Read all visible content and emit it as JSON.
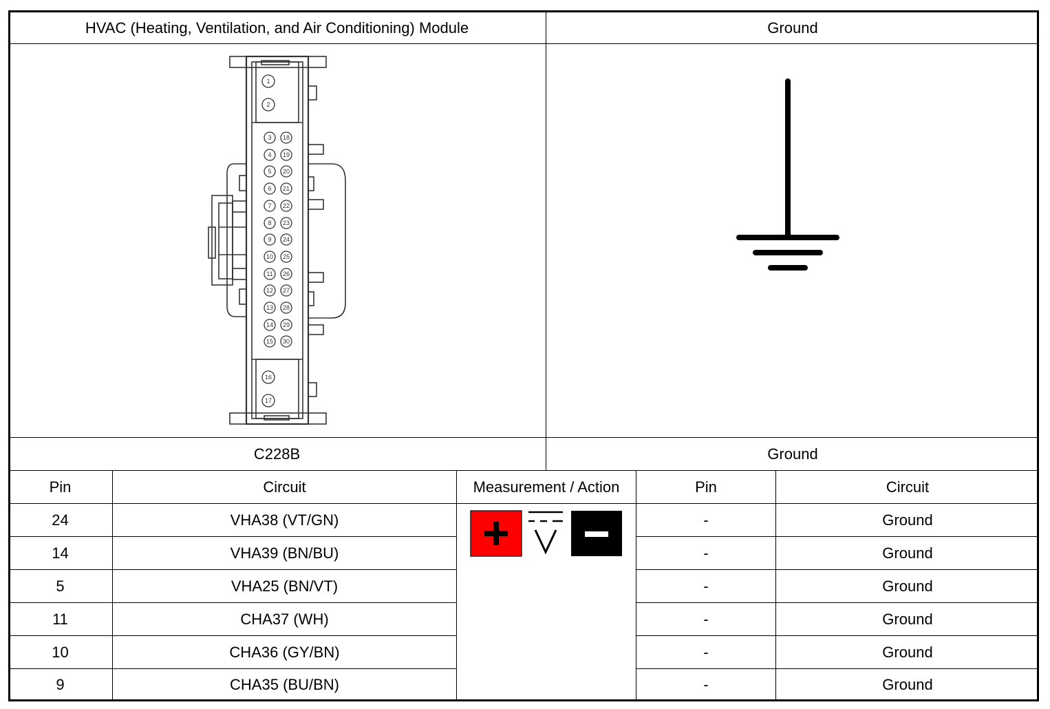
{
  "header": {
    "left_title": "HVAC (Heating, Ventilation, and Air Conditioning) Module",
    "right_title": "Ground"
  },
  "connector": {
    "name": "C228B",
    "pins_top": [
      "1",
      "2"
    ],
    "pins_left_column": [
      "3",
      "4",
      "5",
      "6",
      "7",
      "8",
      "9",
      "10",
      "11",
      "12",
      "13",
      "14",
      "15"
    ],
    "pins_right_column": [
      "18",
      "19",
      "20",
      "21",
      "22",
      "23",
      "24",
      "25",
      "26",
      "27",
      "28",
      "29",
      "30"
    ],
    "pins_bottom": [
      "16",
      "17"
    ]
  },
  "ground_label": "Ground",
  "table": {
    "headers": {
      "pin": "Pin",
      "circuit": "Circuit",
      "measurement": "Measurement / Action",
      "pin2": "Pin",
      "circuit2": "Circuit"
    },
    "rows": [
      {
        "pin": "24",
        "circuit": "VHA38 (VT/GN)",
        "pin2": "-",
        "circuit2": "Ground"
      },
      {
        "pin": "14",
        "circuit": "VHA39 (BN/BU)",
        "pin2": "-",
        "circuit2": "Ground"
      },
      {
        "pin": "5",
        "circuit": "VHA25 (BN/VT)",
        "pin2": "-",
        "circuit2": "Ground"
      },
      {
        "pin": "11",
        "circuit": "CHA37 (WH)",
        "pin2": "-",
        "circuit2": "Ground"
      },
      {
        "pin": "10",
        "circuit": "CHA36 (GY/BN)",
        "pin2": "-",
        "circuit2": "Ground"
      },
      {
        "pin": "9",
        "circuit": "CHA35 (BU/BN)",
        "pin2": "-",
        "circuit2": "Ground"
      }
    ]
  },
  "measurement_icons": {
    "positive_lead": "plus-icon",
    "voltmeter": "dc-voltage-icon",
    "negative_lead": "minus-icon",
    "positive_color": "#ff0000",
    "negative_color": "#000000"
  }
}
